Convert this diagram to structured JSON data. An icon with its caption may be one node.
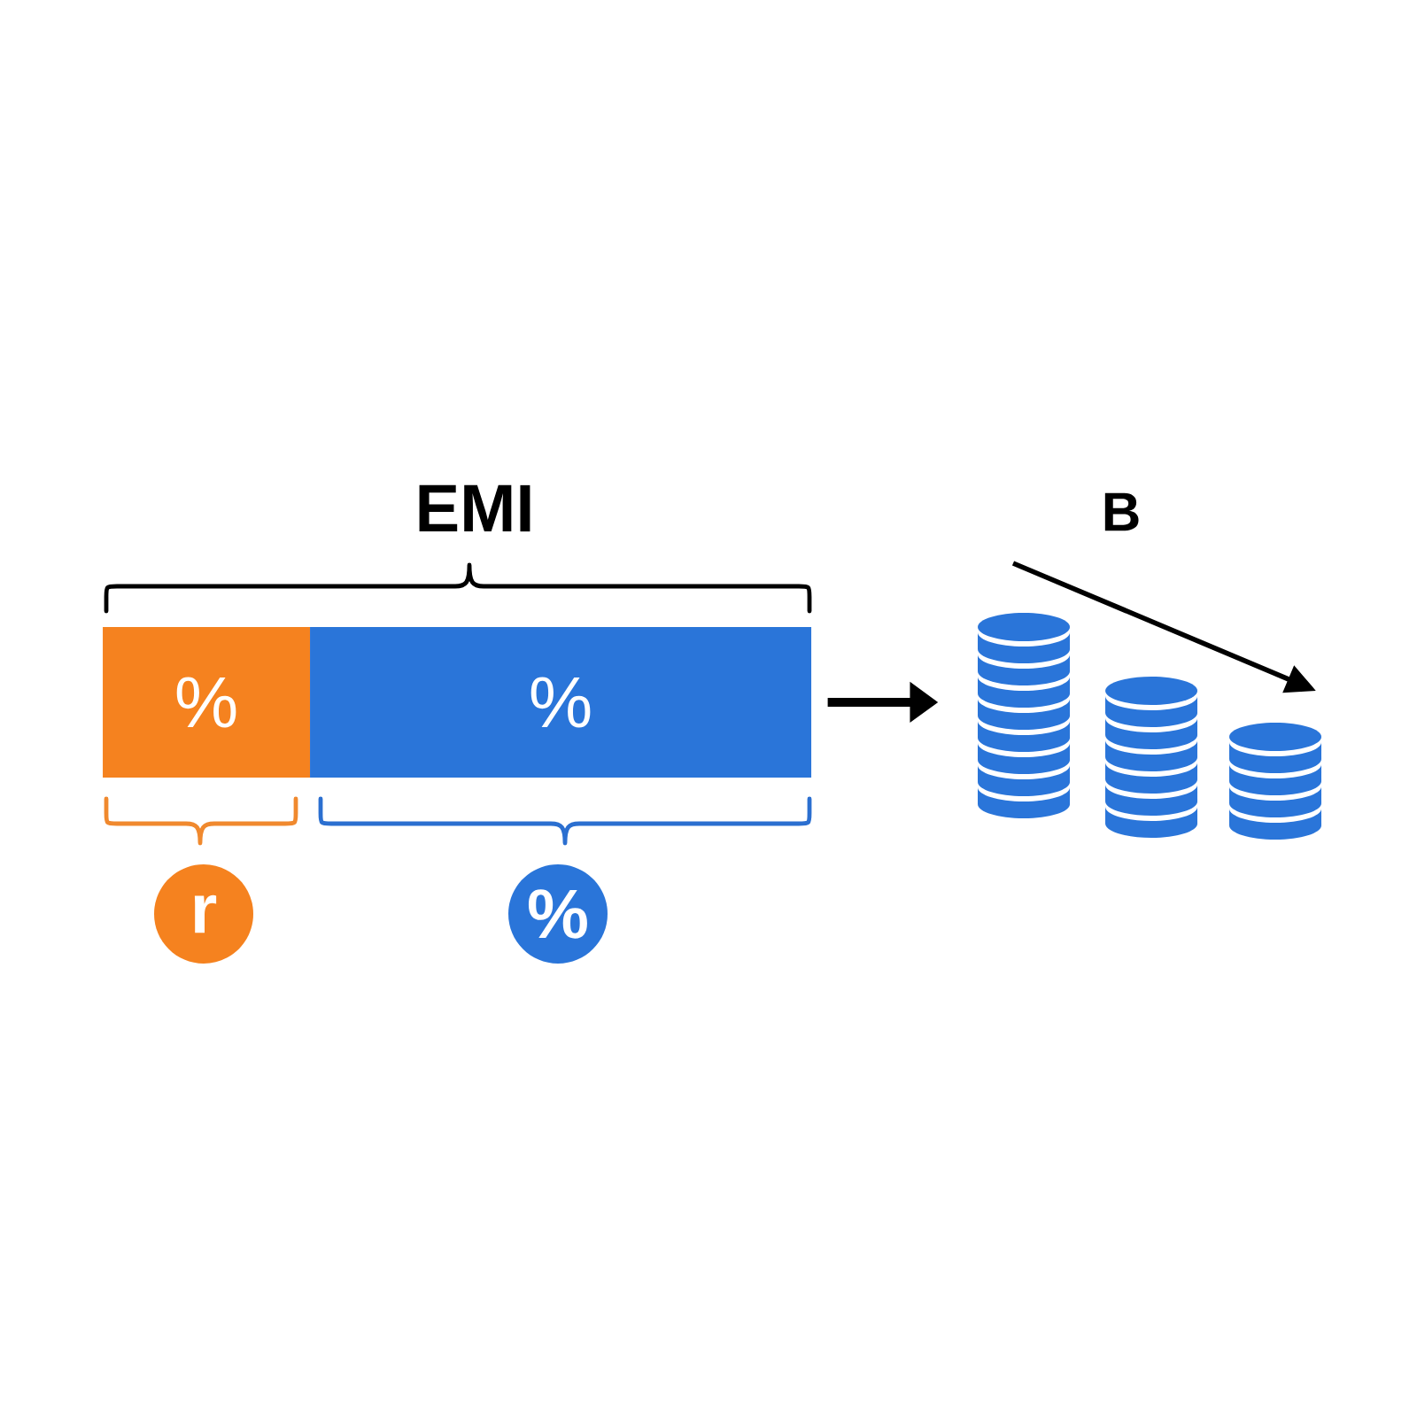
{
  "diagram": {
    "nodes": [
      {
        "text": [
          "%"
        ]
      },
      {
        "text": [
          "%"
        ]
      },
      {
        "text": [],
        "shape": "picture",
        "beside": [
          "B"
        ]
      },
      {
        "text": [
          "r"
        ]
      },
      {
        "text": [
          "%"
        ]
      }
    ],
    "edges": [
      {
        "from": 1,
        "to": 2,
        "arrow": "to"
      }
    ],
    "labels": [
      "EMI"
    ]
  }
}
